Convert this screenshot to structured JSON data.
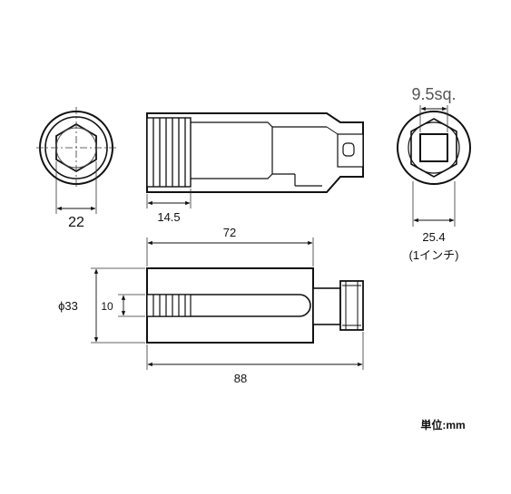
{
  "diagram": {
    "dimensions": {
      "hex_width": "22",
      "spline_length": "14.5",
      "drive_size": "9.5sq.",
      "drive_diameter": "25.4",
      "drive_diameter_note": "(1インチ)",
      "slot_length": "72",
      "outer_diameter": "ϕ33",
      "slot_width": "10",
      "overall_length": "88"
    },
    "unit_label": "単位:mm",
    "colors": {
      "line": "#111111",
      "fill": "#ffffff",
      "dim_line": "#333333"
    }
  }
}
